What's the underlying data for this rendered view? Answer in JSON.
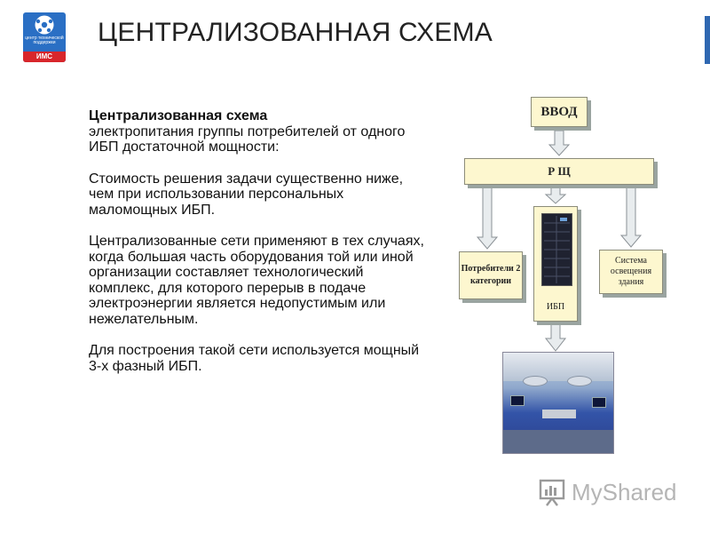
{
  "header": {
    "title": "ЦЕНТРАЛИЗОВАННАЯ СХЕМА",
    "logo": {
      "text": "центр технической поддержки",
      "abbr": "ИМС"
    }
  },
  "body": {
    "lead_bold": "Централизованная схема",
    "lead_rest": "электропитания группы потребителей от одного ИБП достаточной мощности:",
    "para2": "Стоимость решения задачи существенно ниже, чем при использовании персональных маломощных ИБП.",
    "para3": "Централизованные сети применяют в тех случаях, когда большая часть оборудования той или иной организации составляет технологический комплекс, для которого перерыв в подаче электроэнергии является недопустимым или нежелательным.",
    "para4": "Для построения такой сети используется мощный 3-х фазный ИБП."
  },
  "diagram": {
    "input": "ВВОД",
    "switchboard": "Р Щ",
    "consumers": "Потребители 2 категории",
    "ups": "ИБП",
    "lighting": "Система освещения здания"
  },
  "watermark": {
    "text": "MyShared"
  },
  "colors": {
    "accent_blue": "#2e67b1",
    "logo_red": "#d8262b",
    "box_fill": "#fdf7cf",
    "arrow_fill": "#e8ecee"
  }
}
